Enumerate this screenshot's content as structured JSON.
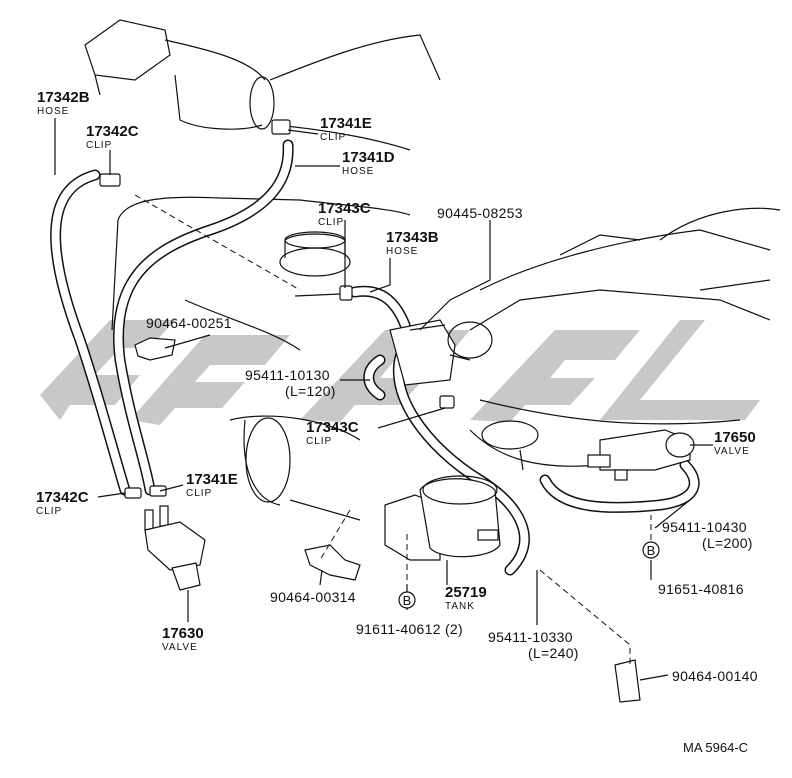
{
  "diagram": {
    "reference": "MA 5964-C",
    "callouts": [
      {
        "id": "17342B",
        "part_no": "17342B",
        "desc": "HOSE"
      },
      {
        "id": "17342C_top",
        "part_no": "17342C",
        "desc": "CLIP"
      },
      {
        "id": "17341E_top",
        "part_no": "17341E",
        "desc": "CLIP"
      },
      {
        "id": "17341D",
        "part_no": "17341D",
        "desc": "HOSE"
      },
      {
        "id": "17343C_top",
        "part_no": "17343C",
        "desc": "CLIP"
      },
      {
        "id": "90445",
        "part_no": "90445-08253",
        "desc": ""
      },
      {
        "id": "17343B",
        "part_no": "17343B",
        "desc": "HOSE"
      },
      {
        "id": "90464_251",
        "part_no": "90464-00251",
        "desc": ""
      },
      {
        "id": "95411_10130",
        "part_no": "95411-10130",
        "desc": "(L=120)"
      },
      {
        "id": "17343C_mid",
        "part_no": "17343C",
        "desc": "CLIP"
      },
      {
        "id": "17650",
        "part_no": "17650",
        "desc": "VALVE"
      },
      {
        "id": "17342C_bot",
        "part_no": "17342C",
        "desc": "CLIP"
      },
      {
        "id": "17341E_bot",
        "part_no": "17341E",
        "desc": "CLIP"
      },
      {
        "id": "95411_10430",
        "part_no": "95411-10430",
        "desc": "(L=200)"
      },
      {
        "id": "91651",
        "part_no": "91651-40816",
        "desc": ""
      },
      {
        "id": "90464_314",
        "part_no": "90464-00314",
        "desc": ""
      },
      {
        "id": "25719",
        "part_no": "25719",
        "desc": "TANK"
      },
      {
        "id": "17630",
        "part_no": "17630",
        "desc": "VALVE"
      },
      {
        "id": "91611",
        "part_no": "91611-40612 (2)",
        "desc": ""
      },
      {
        "id": "95411_10330",
        "part_no": "95411-10330",
        "desc": "(L=240)"
      },
      {
        "id": "90464_140",
        "part_no": "90464-00140",
        "desc": ""
      }
    ],
    "bolt_marker": "B"
  }
}
